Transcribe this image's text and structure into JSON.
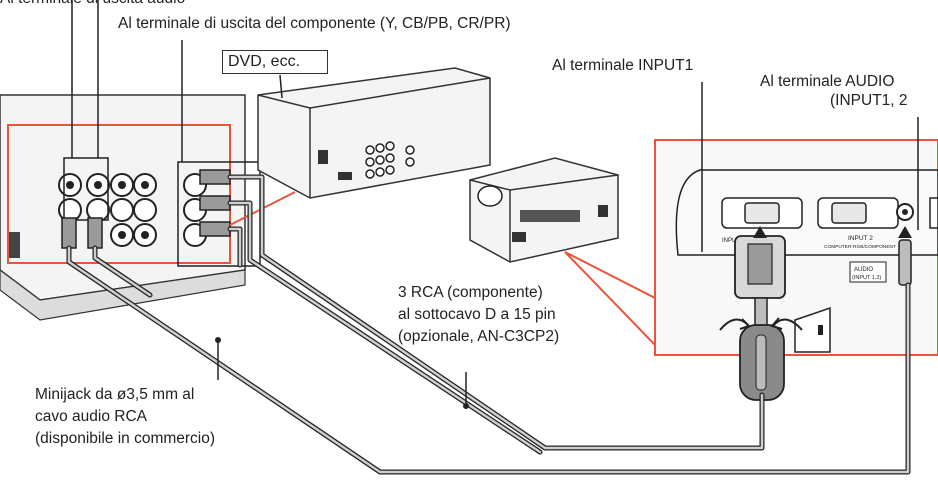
{
  "labels": {
    "audio_out_terminal": "Al terminale di uscita audio",
    "component_out_terminal": "Al terminale di uscita del componente (Y, CB/PB, CR/PR)",
    "dvd_device": "DVD, ecc.",
    "input1_terminal": "Al terminale INPUT1",
    "audio_terminal_line1": "Al terminale AUDIO",
    "audio_terminal_line2": "(INPUT1, 2",
    "rca_cable_line1": "3 RCA (componente)",
    "rca_cable_line2": "al sottocavo D a 15 pin",
    "rca_cable_line3": "(opzionale, AN-C3CP2)",
    "minijack_line1": "Minijack da ø3,5 mm al",
    "minijack_line2": "cavo audio RCA",
    "minijack_line3": "(disponibile in commercio)"
  },
  "panel_text": {
    "input1": "INPUT 1",
    "input2": "INPUT 2",
    "input2_sub": "COMPUTER-RGB/COMPONENT",
    "audio_in": "AUDIO",
    "audio_in_sub": "(INPUT 1,2)"
  },
  "colors": {
    "callout": "#e8553a",
    "cable": "#444444",
    "line": "#222222"
  }
}
